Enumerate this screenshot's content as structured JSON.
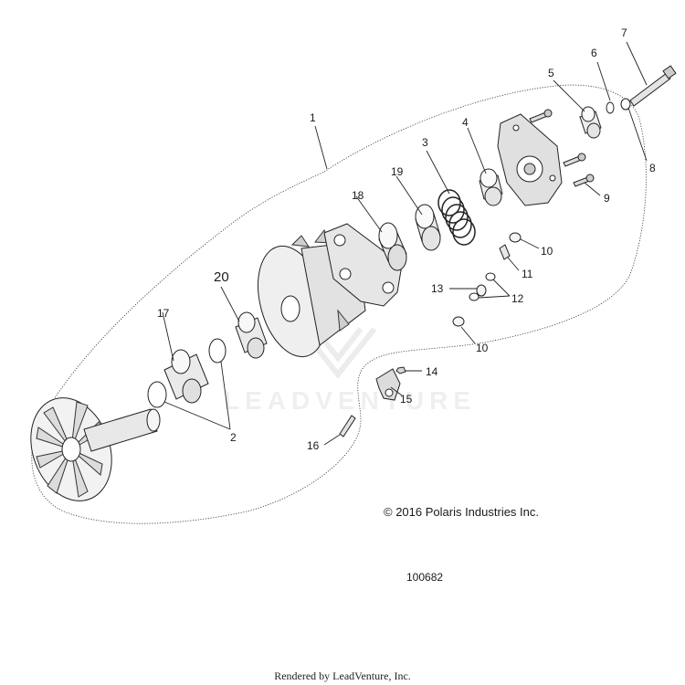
{
  "diagram": {
    "copyright": "© 2016 Polaris Industries Inc.",
    "doc_number": "100682",
    "footer": "Rendered by LeadVenture, Inc.",
    "watermark": "LEADVENTURE",
    "callouts": [
      {
        "id": "c1",
        "label": "1"
      },
      {
        "id": "c2",
        "label": "2"
      },
      {
        "id": "c3",
        "label": "3"
      },
      {
        "id": "c4",
        "label": "4"
      },
      {
        "id": "c5",
        "label": "5"
      },
      {
        "id": "c6",
        "label": "6"
      },
      {
        "id": "c7",
        "label": "7"
      },
      {
        "id": "c8",
        "label": "8"
      },
      {
        "id": "c9",
        "label": "9"
      },
      {
        "id": "c10a",
        "label": "10"
      },
      {
        "id": "c10b",
        "label": "10"
      },
      {
        "id": "c11",
        "label": "11"
      },
      {
        "id": "c12",
        "label": "12"
      },
      {
        "id": "c13",
        "label": "13"
      },
      {
        "id": "c14",
        "label": "14"
      },
      {
        "id": "c15",
        "label": "15"
      },
      {
        "id": "c16",
        "label": "16"
      },
      {
        "id": "c17",
        "label": "17"
      },
      {
        "id": "c18",
        "label": "18"
      },
      {
        "id": "c19",
        "label": "19"
      },
      {
        "id": "c20",
        "label": "20"
      }
    ]
  }
}
